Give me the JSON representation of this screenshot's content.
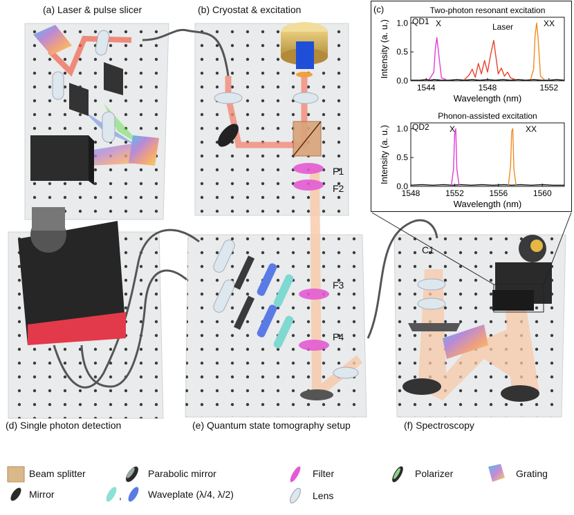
{
  "panels": {
    "a": "(a) Laser & pulse slicer",
    "b": "(b) Cryostat & excitation",
    "c": "(c)",
    "d": "(d) Single photon detection",
    "e": "(e) Quantum state tomography setup",
    "f": "(f) Spectroscopy"
  },
  "component_labels": {
    "f1": "F1",
    "f2": "F2",
    "f3": "F3",
    "f4": "F4",
    "c1": "C1"
  },
  "legend": {
    "beam_splitter": "Beam splitter",
    "parabolic_mirror": "Parabolic mirror",
    "filter": "Filter",
    "polarizer": "Polarizer",
    "grating": "Grating",
    "mirror": "Mirror",
    "waveplate": "Waveplate (λ/4, λ/2)",
    "waveplate_sep": ",",
    "lens": "Lens"
  },
  "colors": {
    "laser": "#e8402a",
    "x_line": "#e23bd6",
    "xx_line": "#f08a1c",
    "black_line": "#111111",
    "table": "#e9ebec"
  },
  "chart_data": [
    {
      "type": "line",
      "title": "Two-photon resonant excitation",
      "xlabel": "Wavelength (nm)",
      "ylabel": "Intensity (a. u.)",
      "xlim": [
        1543,
        1553
      ],
      "ylim": [
        0,
        1.1
      ],
      "xticks": [
        1544,
        1548,
        1552
      ],
      "yticks": [
        0.0,
        0.5,
        1.0
      ],
      "annotations": [
        "QD1",
        "X",
        "Laser",
        "XX"
      ],
      "series": [
        {
          "color": "#111111",
          "x": [
            1543.0,
            1543.6,
            1544.0,
            1544.3,
            1544.5,
            1545.0,
            1545.5,
            1546.0,
            1546.5,
            1547.0,
            1547.5,
            1548.0,
            1548.5,
            1549.0,
            1549.5,
            1550.0,
            1550.5,
            1551.0,
            1551.5,
            1552.0,
            1552.5,
            1553.0
          ],
          "y": [
            0.01,
            0.01,
            0.02,
            0.01,
            0.02,
            0.01,
            0.01,
            0.02,
            0.01,
            0.02,
            0.01,
            0.02,
            0.01,
            0.02,
            0.01,
            0.02,
            0.01,
            0.02,
            0.01,
            0.01,
            0.02,
            0.01
          ]
        },
        {
          "color": "#e23bd6",
          "x": [
            1544.2,
            1544.5,
            1544.6,
            1544.7,
            1544.8,
            1545.0,
            1545.3
          ],
          "y": [
            0.02,
            0.15,
            0.55,
            0.75,
            0.5,
            0.05,
            0.02
          ]
        },
        {
          "color": "#e8402a",
          "x": [
            1546.5,
            1546.8,
            1547.0,
            1547.2,
            1547.4,
            1547.6,
            1547.8,
            1548.0,
            1548.2,
            1548.4,
            1548.5,
            1548.7,
            1548.9,
            1549.1,
            1549.3,
            1549.5,
            1549.8
          ],
          "y": [
            0.02,
            0.1,
            0.2,
            0.06,
            0.3,
            0.12,
            0.35,
            0.15,
            0.45,
            0.7,
            0.5,
            0.12,
            0.22,
            0.08,
            0.15,
            0.05,
            0.02
          ]
        },
        {
          "color": "#f08a1c",
          "x": [
            1550.8,
            1551.0,
            1551.1,
            1551.2,
            1551.3,
            1551.45,
            1551.7
          ],
          "y": [
            0.02,
            0.2,
            0.8,
            1.0,
            0.7,
            0.08,
            0.02
          ]
        }
      ]
    },
    {
      "type": "line",
      "title": "Phonon-assisted excitation",
      "xlabel": "Wavelength (nm)",
      "ylabel": "Intensity (a. u.)",
      "xlim": [
        1548,
        1562
      ],
      "ylim": [
        0,
        1.1
      ],
      "xticks": [
        1548,
        1552,
        1556,
        1560
      ],
      "yticks": [
        0.0,
        0.5,
        1.0
      ],
      "annotations": [
        "QD2",
        "X",
        "XX"
      ],
      "series": [
        {
          "color": "#111111",
          "x": [
            1548.0,
            1549.0,
            1550.0,
            1551.0,
            1551.8,
            1552.6,
            1553.5,
            1554.5,
            1555.5,
            1556.5,
            1557.2,
            1558.0,
            1559.0,
            1560.0,
            1561.0,
            1562.0
          ],
          "y": [
            0.02,
            0.03,
            0.02,
            0.03,
            0.02,
            0.03,
            0.02,
            0.03,
            0.02,
            0.03,
            0.02,
            0.03,
            0.02,
            0.03,
            0.02,
            0.02
          ]
        },
        {
          "color": "#e23bd6",
          "x": [
            1551.7,
            1551.9,
            1552.0,
            1552.1,
            1552.2,
            1552.4
          ],
          "y": [
            0.02,
            0.3,
            0.9,
            1.0,
            0.3,
            0.02
          ]
        },
        {
          "color": "#f08a1c",
          "x": [
            1556.9,
            1557.1,
            1557.2,
            1557.3,
            1557.4,
            1557.6
          ],
          "y": [
            0.02,
            0.35,
            0.95,
            1.0,
            0.3,
            0.02
          ]
        }
      ]
    }
  ]
}
